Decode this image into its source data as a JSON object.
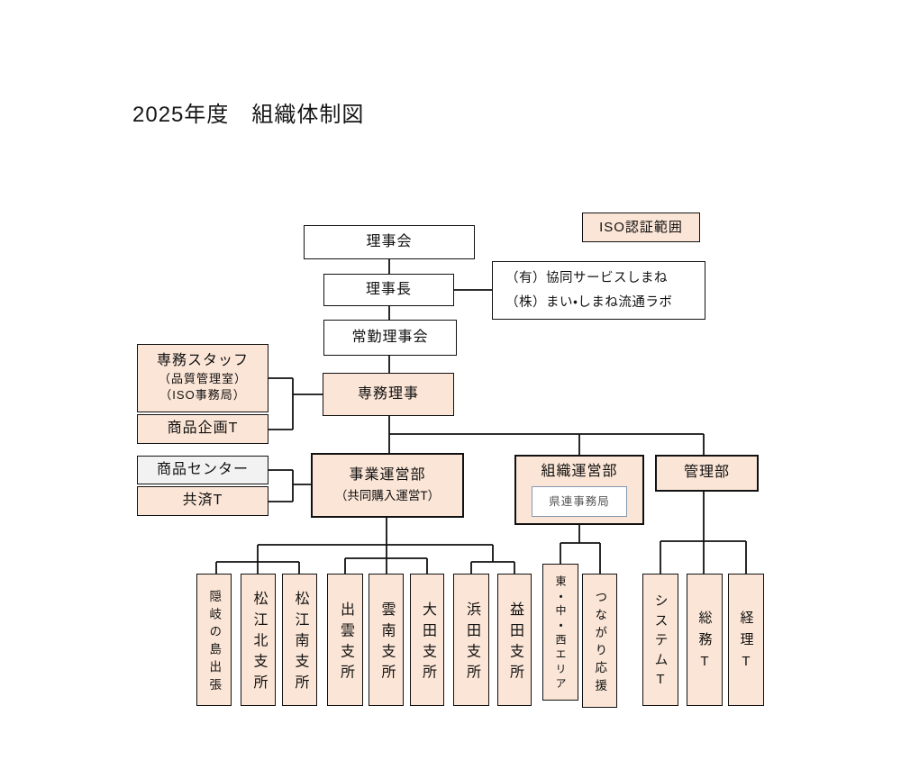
{
  "title": "2025年度　組織体制図",
  "legend": {
    "iso_scope": "ISO認証範囲"
  },
  "governance": {
    "board": "理事会",
    "chairman": "理事長",
    "affiliates": {
      "line1": "（有）協同サービスしまね",
      "line2": "（株）まい・しまね流通ラボ"
    },
    "standing_board": "常勤理事会",
    "managing_director": "専務理事"
  },
  "director_staff": {
    "staff": {
      "line1": "専務スタッフ",
      "line2": "（品質管理室）",
      "line3": "（ISO事務局）"
    },
    "product_planning": "商品企画T",
    "product_center": "商品センター",
    "mutual_aid": "共済T"
  },
  "departments": {
    "business_operations": {
      "line1": "事業運営部",
      "line2": "（共同購入運営T）"
    },
    "organization_operations": {
      "label": "組織運営部",
      "inner": "県連事務局"
    },
    "administration": "管理部"
  },
  "branches": [
    "隠岐の島出張",
    "松江北支所",
    "松江南支所",
    "出雲支所",
    "雲南支所",
    "大田支所",
    "浜田支所",
    "益田支所"
  ],
  "organization_units": [
    "東・中・西エリア",
    "つながり応援"
  ],
  "admin_teams": [
    "システムT",
    "総務T",
    "経理T"
  ],
  "colors": {
    "peach": "#fbe5d6",
    "gray": "#f2f2f2",
    "inner_box_border": "#8497b0",
    "line": "#111111"
  }
}
